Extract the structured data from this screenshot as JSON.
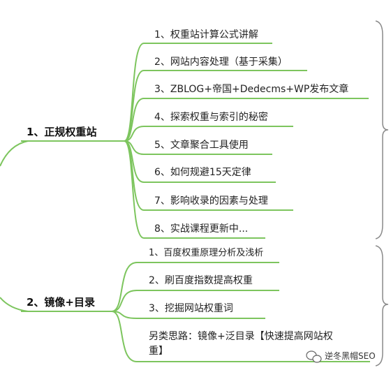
{
  "colors": {
    "branch_green": "#7dc55e",
    "bracket_gray": "#8a8a8a"
  },
  "topics": [
    {
      "label": "1、正规权重站",
      "leaves": [
        "1、权重站计算公式讲解",
        "2、网站内容处理（基于采集）",
        "3、ZBLOG+帝国+Dedecms+WP发布文章",
        "4、探索权重与索引的秘密",
        "5、文章聚合工具使用",
        "6、如何规避15天定律",
        "7、影响收录的因素与处理",
        "8、实战课程更新中..."
      ]
    },
    {
      "label": "2、镜像+目录",
      "leaves": [
        "1、百度权重原理分析及浅析",
        "2、刷百度指数提高权重",
        "3、挖掘网站权重词",
        "另类思路：镜像+泛目录【快速提高网站权重】"
      ]
    }
  ],
  "watermark": {
    "text": "逆冬黑帽SEO",
    "icon": "wechat-bubble-icon"
  }
}
